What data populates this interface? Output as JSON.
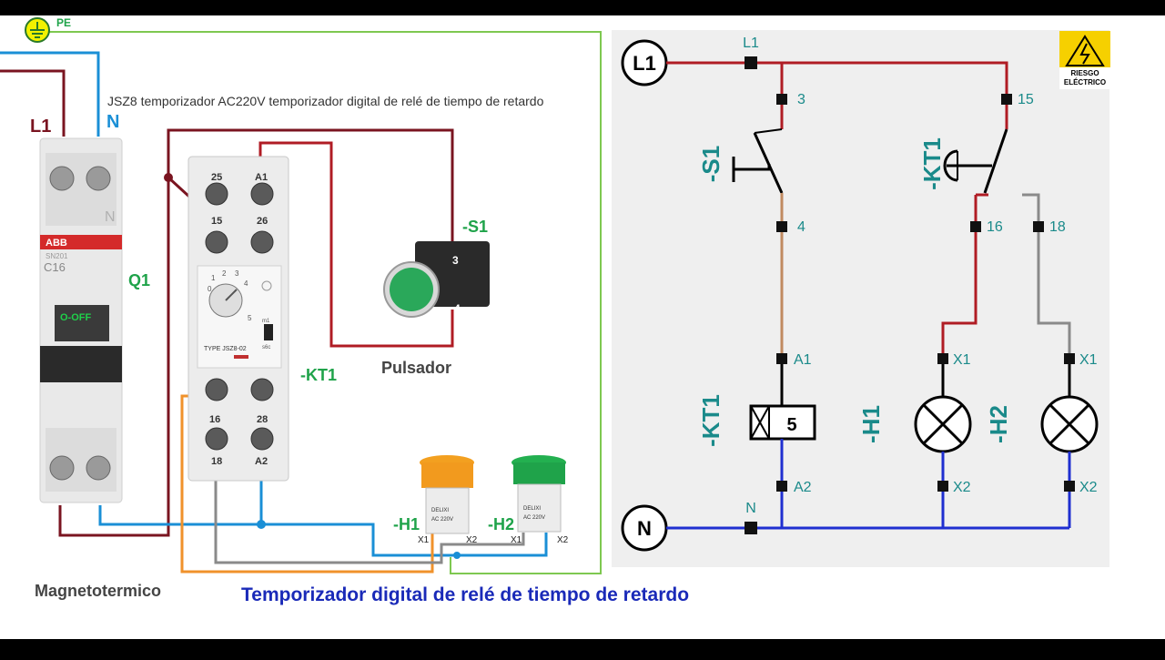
{
  "colors": {
    "line_red": "#b01c24",
    "line_dark_red": "#7a1420",
    "line_blue": "#1a8fd6",
    "schem_blue": "#1f2fd0",
    "line_orange": "#f0922b",
    "line_gray": "#8a8a8a",
    "line_brown": "#c08a60",
    "pe_green": "#7ec850",
    "label_green": "#1fa34a",
    "label_teal": "#1a8a8a",
    "title_blue": "#1a2ab8"
  },
  "wiring": {
    "pe_label": "PE",
    "l1_label": "L1",
    "n_label": "N",
    "breaker_label": "Q1",
    "breaker_brand": "ABB",
    "breaker_model": "SN201",
    "breaker_rating": "C16",
    "breaker_switch": "O-OFF",
    "breaker_n_mark": "N",
    "timer_caption": "JSZ8 temporizador AC220V temporizador digital de relé de tiempo de retardo",
    "timer_label": "-KT1",
    "timer_type": "TYPE  JSZ8-02",
    "timer_terminals": [
      "25",
      "A1",
      "15",
      "26",
      "16",
      "28",
      "18",
      "A2"
    ],
    "dial_marks": [
      "0",
      "1",
      "2",
      "3",
      "4",
      "5"
    ],
    "switch_marks": [
      "m1",
      "s6c"
    ],
    "pushbutton_label": "-S1",
    "pushbutton_caption": "Pulsador",
    "pushbutton_terminals": [
      "3",
      "4"
    ],
    "lamp1_label": "-H1",
    "lamp2_label": "-H2",
    "lamp_terminals": [
      "X1",
      "X2"
    ],
    "lamp_brand": "DELIXI",
    "lamp_voltage": "AC 220V",
    "breaker_caption": "Magnetotermico",
    "bottom_title": "Temporizador digital de relé de tiempo de retardo"
  },
  "schematic": {
    "l1_symbol": "L1",
    "n_symbol": "N",
    "l1_node": "L1",
    "n_node": "N",
    "warning_text": "RIESGO ELÉCTRICO",
    "s1_label": "-S1",
    "kt1_contact_label": "-KT1",
    "kt1_coil_label": "-KT1",
    "h1_label": "-H1",
    "h2_label": "-H2",
    "coil_value": "5",
    "terminals": [
      "3",
      "4",
      "15",
      "16",
      "18",
      "A1",
      "A2",
      "X1",
      "X2",
      "X1",
      "X2"
    ]
  }
}
